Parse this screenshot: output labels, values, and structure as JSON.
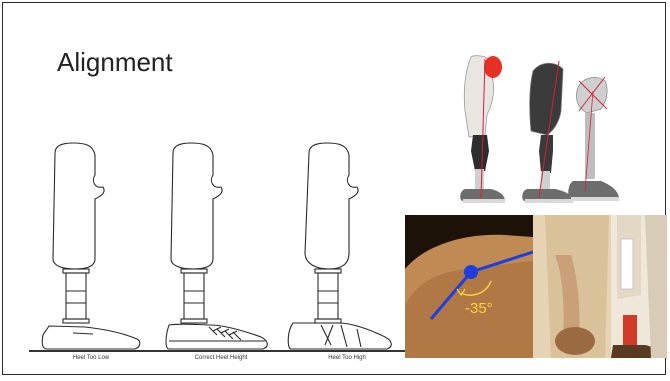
{
  "slide": {
    "title": "Alignment"
  },
  "diagram": {
    "captions": [
      "Heel Too Low",
      "Correct Heel Height",
      "Heel Too High"
    ]
  },
  "photo_bottom": {
    "angle_label": "-35°"
  },
  "colors": {
    "accent_blue": "#1f3ee0",
    "angle_yellow": "#ffd23a",
    "stump_red": "#e63025",
    "alignment_line": "#d2203a"
  }
}
